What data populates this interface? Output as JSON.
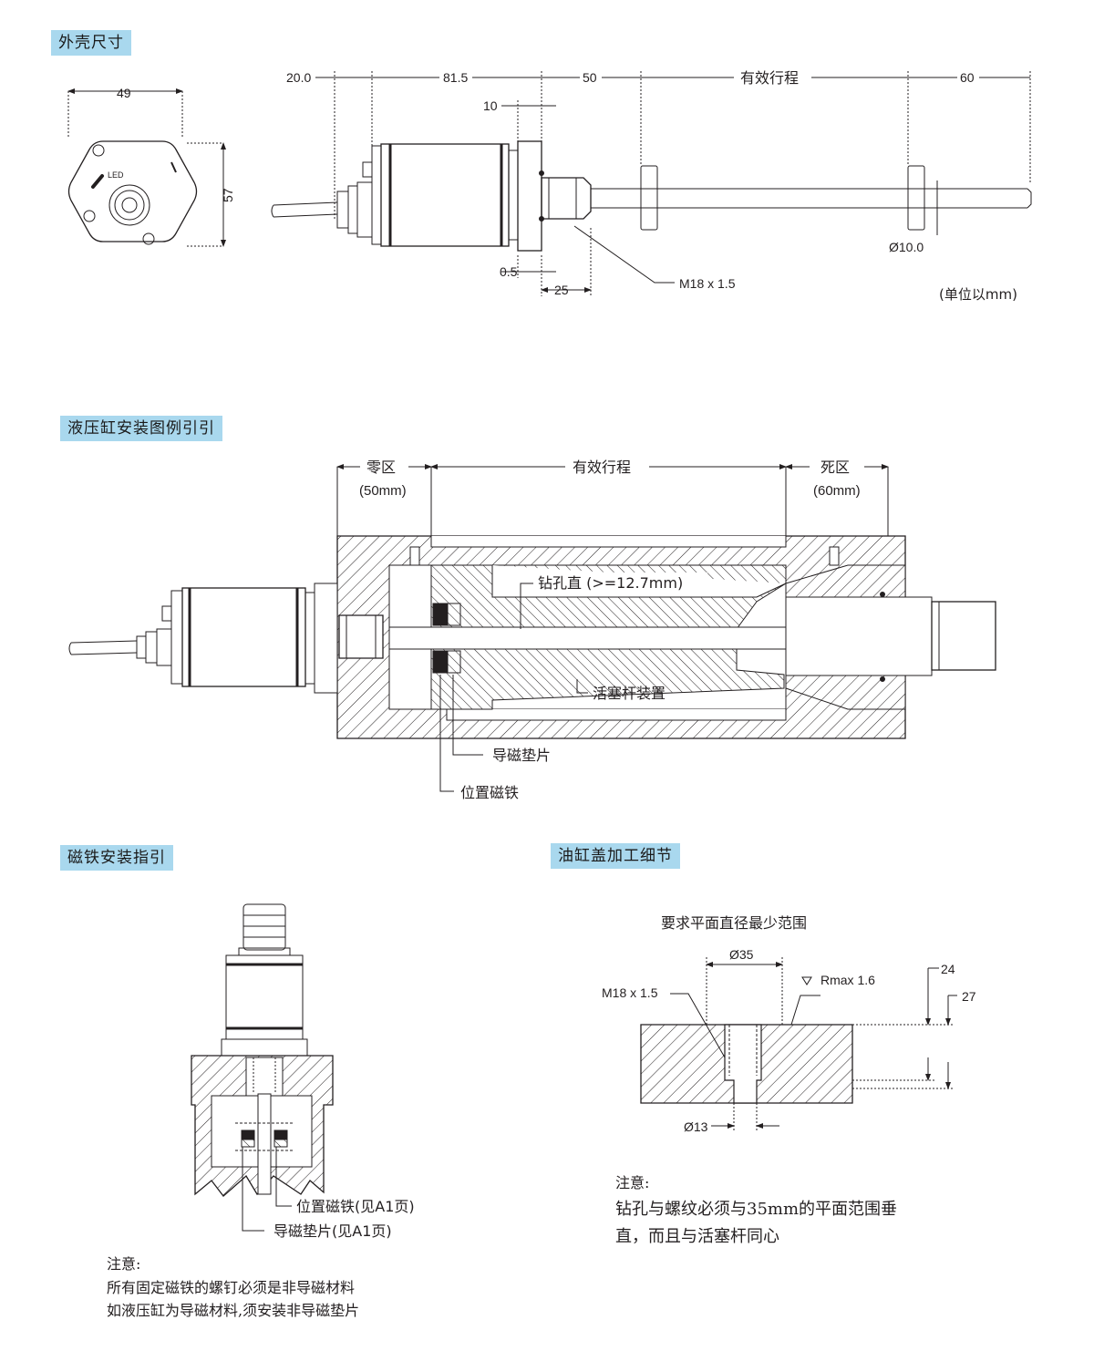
{
  "sections": {
    "dimensions": "外壳尺寸",
    "cylinder": "液压缸安装图例引引",
    "magnet": "磁铁安装指引",
    "cap": "油缸盖加工细节"
  },
  "dims": {
    "width49": "49",
    "height57": "57",
    "led": "LED",
    "d20": "20.0",
    "d81": "81.5",
    "d50": "50",
    "stroke": "有效行程",
    "d60": "60",
    "d10": "10",
    "d05": "0.5",
    "d25": "25",
    "thread": "M18 x 1.5",
    "rod": "Ø10.0",
    "unit": "(单位以mm)"
  },
  "cylinder": {
    "zero_zone": "零区",
    "zero_mm": "(50mm)",
    "stroke": "有效行程",
    "dead_zone": "死区",
    "dead_mm": "(60mm)",
    "drill": "钻孔直  (>=12.7mm)",
    "piston_rod": "活塞杆装置",
    "spacer": "导磁垫片",
    "magnet": "位置磁铁"
  },
  "magnet_guide": {
    "magnet_label": "位置磁铁(见A1页)",
    "spacer_label": "导磁垫片(见A1页)",
    "note_title": "注意:",
    "note_line1": "所有固定磁铁的螺钉必须是非导磁材料",
    "note_line2": "如液压缸为导磁材料,须安装非导磁垫片"
  },
  "cap_detail": {
    "heading": "要求平面直径最少范围",
    "d35": "Ø35",
    "roughness": "Rmax 1.6",
    "thread": "M18 x 1.5",
    "d24": "24",
    "d27": "27",
    "d13": "Ø13",
    "note_title": "注意:",
    "note_line1": "钻孔与螺纹必须与35mm的平面范围垂",
    "note_line2": "直，而且与活塞杆同心"
  }
}
